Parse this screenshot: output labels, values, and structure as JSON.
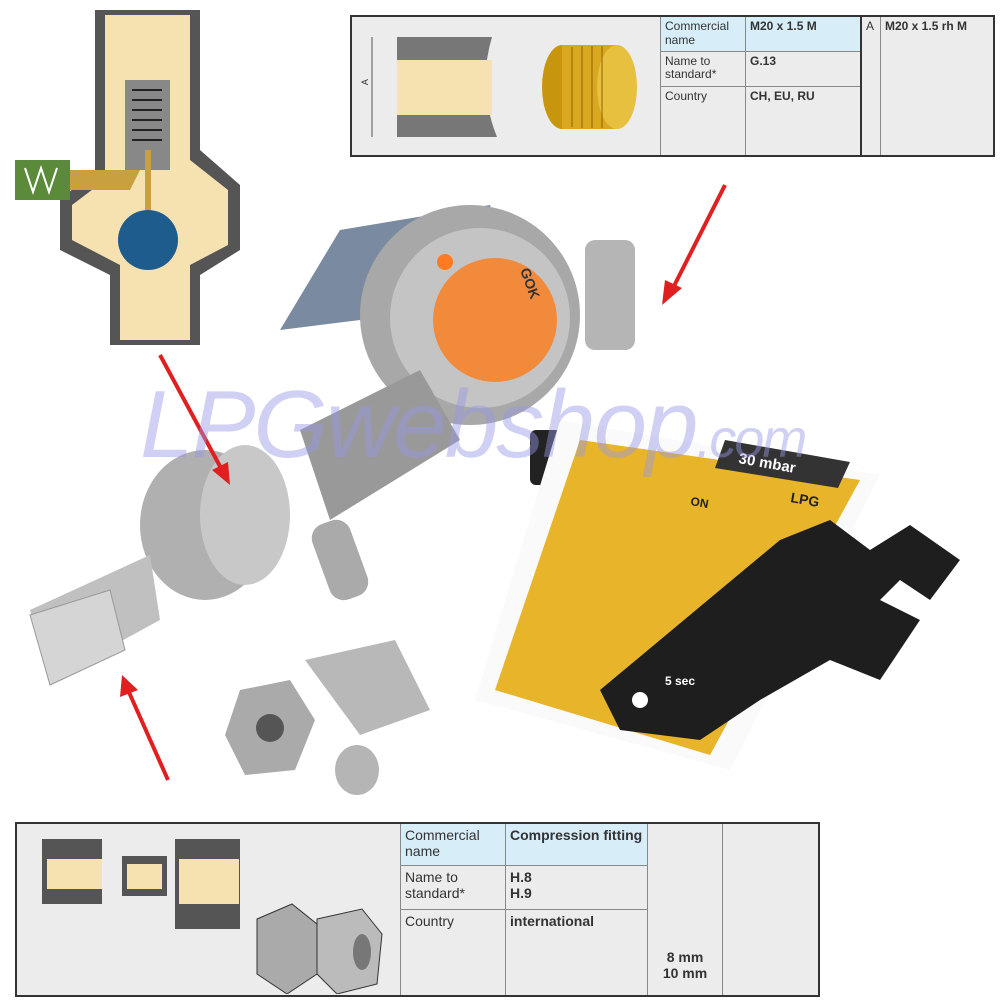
{
  "top_table": {
    "dimension_label": "A",
    "rows": [
      {
        "label": "Commercial name",
        "value": "M20 x 1.5 M"
      },
      {
        "label": "Name to standard*",
        "value": "G.13"
      },
      {
        "label": "Country",
        "value": "CH, EU, RU"
      }
    ],
    "variant_letter": "A",
    "variant_value": "M20 x 1.5 rh M"
  },
  "bottom_table": {
    "rows": [
      {
        "label": "Commercial name",
        "value": "Compression fitting"
      },
      {
        "label": "Name to standard*",
        "value_lines": [
          "H.8",
          "H.9"
        ]
      },
      {
        "label": "Country",
        "value": "international"
      }
    ],
    "sizes": [
      "8 mm",
      "10 mm"
    ]
  },
  "watermark": {
    "main": "LPGwebshop",
    "suffix": ".com"
  },
  "product_label": {
    "brand": "GOK"
  },
  "instruction_card": {
    "pressure": "30 mbar",
    "on": "ON",
    "gas": "LPG",
    "timer": "5 sec"
  },
  "colors": {
    "brass": "#f5e2b0",
    "arrow": "#e02020",
    "card": "#e8b52a",
    "label": "#f28a3c"
  }
}
